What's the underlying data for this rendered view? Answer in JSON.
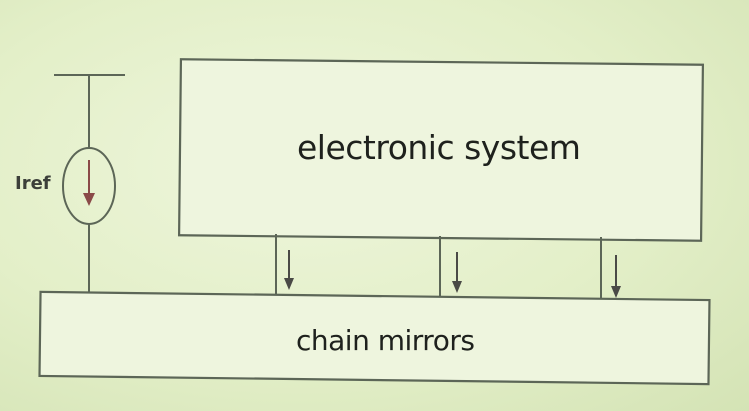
{
  "diagram": {
    "electronic_system_label": "electronic system",
    "chain_mirrors_label": "chain mirrors",
    "current_source_label": "Iref"
  },
  "branch_count": 3
}
